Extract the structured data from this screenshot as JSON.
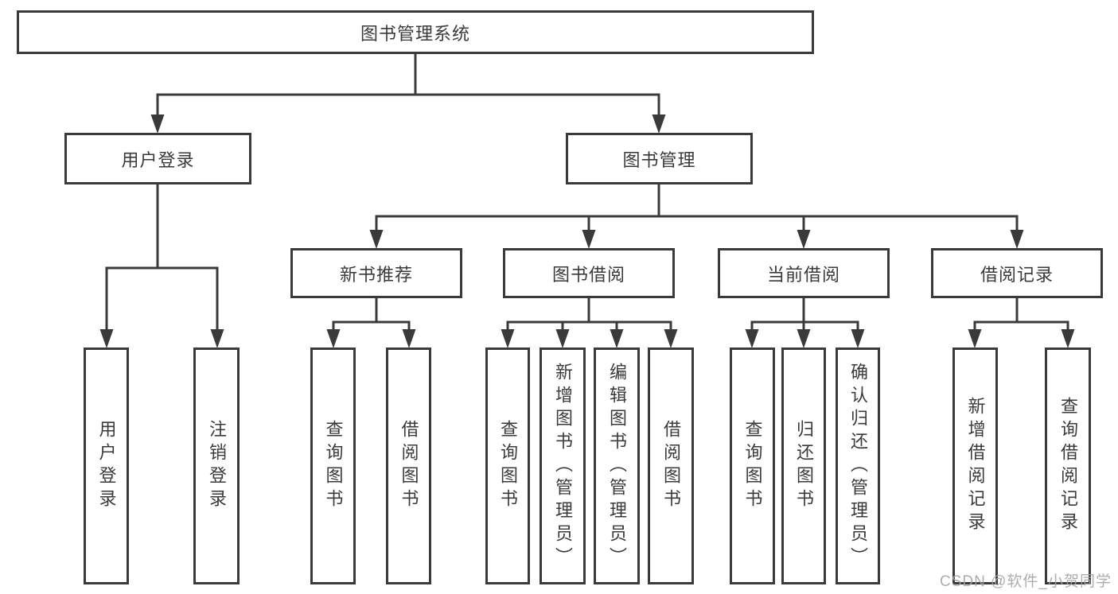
{
  "title": "图书管理系统",
  "watermark": "CSDN @软件_小贺同学",
  "colors": {
    "line": "#3a3a3a",
    "text": "#3a3a3a",
    "box_background": "#ffffff",
    "page_background": "#ffffff",
    "watermark": "#a4a4a4"
  },
  "nodes": {
    "root": "图书管理系统",
    "user_login": "用户登录",
    "book_mgmt": "图书管理",
    "new_book_rec": "新书推荐",
    "book_borrow": "图书借阅",
    "current_borrow": "当前借阅",
    "borrow_records": "借阅记录",
    "leaf_user_login": "用户登录",
    "leaf_logout": "注销登录",
    "leaf_rec_query": "查询图书",
    "leaf_rec_borrow": "借阅图书",
    "leaf_bb_query": "查询图书",
    "leaf_bb_add": "新增图书（管理员）",
    "leaf_bb_edit": "编辑图书（管理员）",
    "leaf_bb_borrow": "借阅图书",
    "leaf_cb_query": "查询图书",
    "leaf_cb_return": "归还图书",
    "leaf_cb_confirm": "确认归还（管理员）",
    "leaf_br_add": "新增借阅记录",
    "leaf_br_query": "查询借阅记录"
  },
  "hierarchy": {
    "label": "图书管理系统",
    "children": [
      {
        "label": "用户登录",
        "children": [
          "用户登录",
          "注销登录"
        ]
      },
      {
        "label": "图书管理",
        "children": [
          {
            "label": "新书推荐",
            "children": [
              "查询图书",
              "借阅图书"
            ]
          },
          {
            "label": "图书借阅",
            "children": [
              "查询图书",
              "新增图书（管理员）",
              "编辑图书（管理员）",
              "借阅图书"
            ]
          },
          {
            "label": "当前借阅",
            "children": [
              "查询图书",
              "归还图书",
              "确认归还（管理员）"
            ]
          },
          {
            "label": "借阅记录",
            "children": [
              "新增借阅记录",
              "查询借阅记录"
            ]
          }
        ]
      }
    ]
  }
}
